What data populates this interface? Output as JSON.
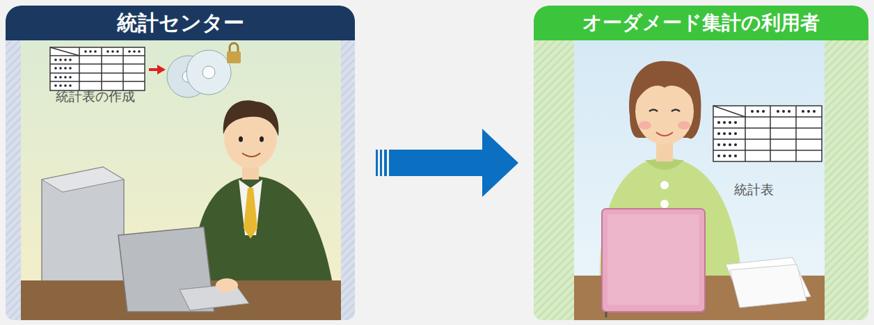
{
  "diagram": {
    "nodes": [
      {
        "text": [
          "統計センター",
          "統計表の作成"
        ]
      },
      {
        "text": [
          "オーダメード集計の利用者",
          "統計表"
        ]
      }
    ],
    "edges": [
      {
        "from": 0,
        "to": 1,
        "arrow": "to"
      }
    ]
  }
}
